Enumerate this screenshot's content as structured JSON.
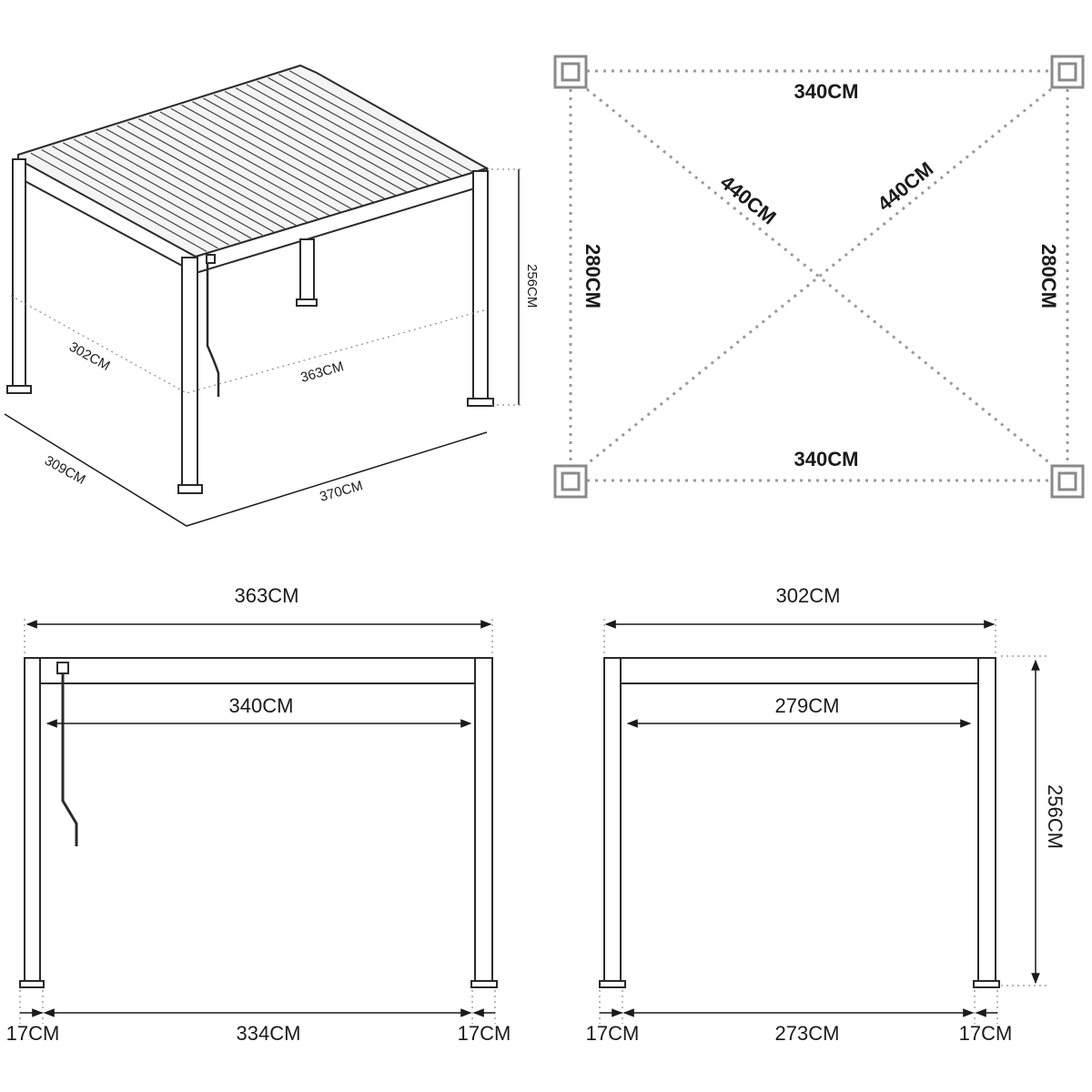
{
  "perspective": {
    "depth_top": "302CM",
    "width_top": "363CM",
    "depth_base": "309CM",
    "width_base": "370CM",
    "height": "256CM"
  },
  "plan": {
    "top_span": "340CM",
    "bottom_span": "340CM",
    "left_span": "280CM",
    "right_span": "280CM",
    "diagonal_a": "440CM",
    "diagonal_b": "440CM"
  },
  "front_elevation": {
    "overall_width": "363CM",
    "inner_beam": "340CM",
    "left_post": "17CM",
    "clear_span": "334CM",
    "right_post": "17CM"
  },
  "side_elevation": {
    "overall_width": "302CM",
    "inner_beam": "279CM",
    "left_post": "17CM",
    "clear_span": "273CM",
    "right_post": "17CM",
    "height": "256CM"
  }
}
